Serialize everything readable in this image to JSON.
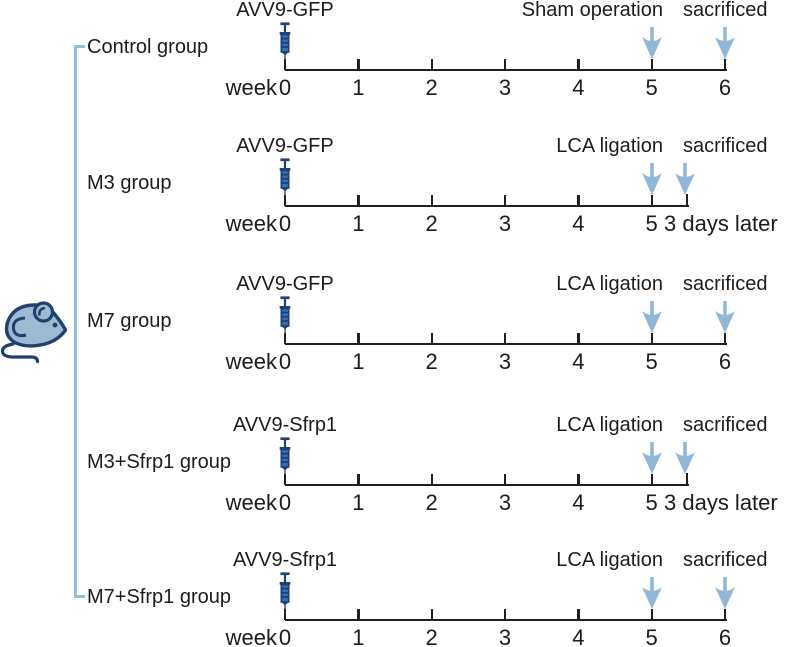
{
  "colors": {
    "accent_blue": "#8fb7d7",
    "bracket_blue": "#96bed9",
    "mouse_fill": "#9cbbd3",
    "outline_navy": "#20406f",
    "syringe_blue": "#2f6fbc",
    "axis_black": "#231f20"
  },
  "week_axis": {
    "prefix": "week",
    "full_ticks": [
      "0",
      "1",
      "2",
      "3",
      "4",
      "5",
      "6"
    ],
    "short_ticks": [
      "0",
      "1",
      "2",
      "3",
      "4",
      "5"
    ]
  },
  "groups": [
    {
      "label": "Control group",
      "injection": "AVV9-GFP",
      "event1": "Sham operation",
      "event2": "sacrificed",
      "timeline": "full",
      "end_label": ""
    },
    {
      "label": "M3 group",
      "injection": "AVV9-GFP",
      "event1": "LCA ligation",
      "event2": "sacrificed",
      "timeline": "short",
      "end_label": "3 days later"
    },
    {
      "label": "M7 group",
      "injection": "AVV9-GFP",
      "event1": "LCA ligation",
      "event2": "sacrificed",
      "timeline": "full",
      "end_label": ""
    },
    {
      "label": "M3+Sfrp1 group",
      "injection": "AVV9-Sfrp1",
      "event1": "LCA ligation",
      "event2": "sacrificed",
      "timeline": "short",
      "end_label": "3 days later"
    },
    {
      "label": "M7+Sfrp1 group",
      "injection": "AVV9-Sfrp1",
      "event1": "LCA ligation",
      "event2": "sacrificed",
      "timeline": "full",
      "end_label": ""
    }
  ]
}
